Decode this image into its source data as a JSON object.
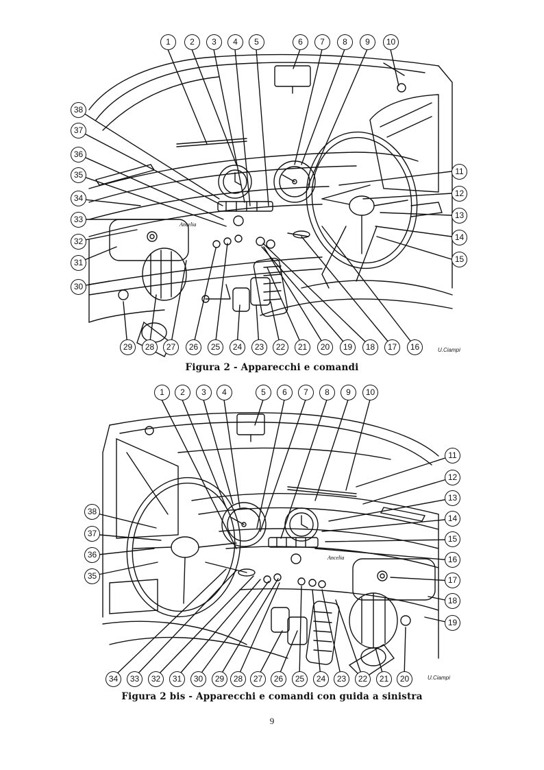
{
  "figure_top": {
    "caption": "Figura 2 - Apparecchi e comandi",
    "signature": "U.Ciampi",
    "callouts": [
      "1",
      "2",
      "3",
      "4",
      "5",
      "6",
      "7",
      "8",
      "9",
      "10",
      "11",
      "12",
      "13",
      "14",
      "15",
      "16",
      "17",
      "18",
      "19",
      "20",
      "21",
      "22",
      "23",
      "24",
      "25",
      "26",
      "27",
      "28",
      "29",
      "30",
      "31",
      "32",
      "33",
      "34",
      "35",
      "36",
      "37",
      "38"
    ],
    "badge_text": "Ancelia"
  },
  "figure_bottom": {
    "caption": "Figura 2 bis - Apparecchi e comandi con guida a sinistra",
    "signature": "U.Ciampi",
    "callouts": [
      "1",
      "2",
      "3",
      "4",
      "5",
      "6",
      "7",
      "8",
      "9",
      "10",
      "11",
      "12",
      "13",
      "14",
      "15",
      "16",
      "17",
      "18",
      "19",
      "20",
      "21",
      "22",
      "23",
      "24",
      "25",
      "26",
      "27",
      "28",
      "29",
      "30",
      "31",
      "32",
      "33",
      "34",
      "35",
      "36",
      "37",
      "38"
    ],
    "badge_text": "Ancelia"
  },
  "page_number": "9"
}
